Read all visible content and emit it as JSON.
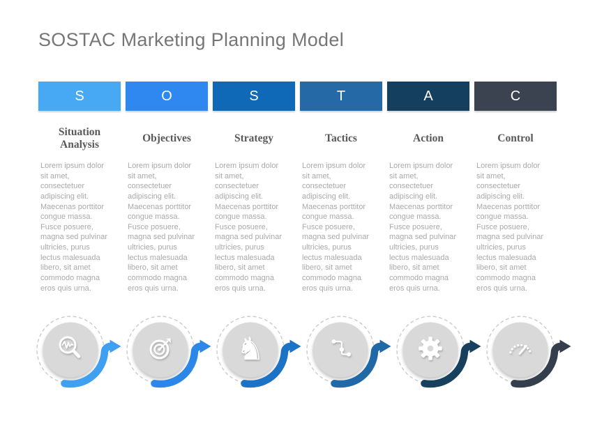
{
  "title": "SOSTAC Marketing Planning Model",
  "body_text": "Lorem ipsum dolor sit amet, consectetuer adipiscing elit. Maecenas porttitor congue massa. Fusce posuere, magna sed pulvinar ultricies, purus lectus malesuada libero, sit amet commodo magna eros quis urna.",
  "columns": [
    {
      "letter": "S",
      "heading": "Situation Analysis",
      "bar_color": "#47a8f4",
      "arrow_color": "#3fa0f2",
      "icon": "magnifier-pulse-icon"
    },
    {
      "letter": "O",
      "heading": "Objectives",
      "bar_color": "#2e88ef",
      "arrow_color": "#2d87e9",
      "icon": "target-dart-icon"
    },
    {
      "letter": "S",
      "heading": "Strategy",
      "bar_color": "#0f69b6",
      "arrow_color": "#1c73c5",
      "icon": "chess-knight-icon",
      "knight_glyph": "♞"
    },
    {
      "letter": "T",
      "heading": "Tactics",
      "bar_color": "#2569a7",
      "arrow_color": "#2068a6",
      "icon": "route-icon"
    },
    {
      "letter": "A",
      "heading": "Action",
      "bar_color": "#153f5e",
      "arrow_color": "#17405f",
      "icon": "gear-icon"
    },
    {
      "letter": "C",
      "heading": "Control",
      "bar_color": "#3b4350",
      "arrow_color": "#343e4c",
      "icon": "speedometer-icon"
    }
  ]
}
